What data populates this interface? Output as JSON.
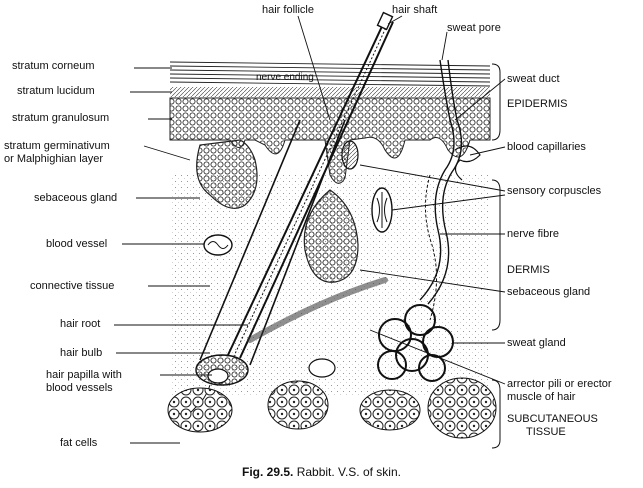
{
  "labels": {
    "left": {
      "stratum_corneum": "stratum corneum",
      "stratum_lucidum": "stratum lucidum",
      "stratum_granulosum": "stratum granulosum",
      "stratum_germinativum": "stratum germinativum",
      "malphighian_layer": "or Malphighian layer",
      "sebaceous_gland": "sebaceous gland",
      "blood_vessel": "blood vessel",
      "connective_tissue": "connective tissue",
      "hair_root": "hair root",
      "hair_bulb": "hair bulb",
      "hair_papilla": "hair papilla with",
      "blood_vessels": "blood vessels",
      "fat_cells": "fat cells"
    },
    "top": {
      "hair_follicle": "hair follicle",
      "hair_shaft": "hair shaft",
      "sweat_pore": "sweat pore",
      "nerve_ending": "nerve ending"
    },
    "right": {
      "sweat_duct": "sweat duct",
      "epidermis": "EPIDERMIS",
      "blood_capillaries": "blood capillaries",
      "sensory_corpuscles": "sensory corpuscles",
      "nerve_fibre": "nerve fibre",
      "dermis": "DERMIS",
      "sebaceous_gland": "sebaceous gland",
      "sweat_gland": "sweat gland",
      "arrector_pili": "arrector pili or erector",
      "muscle_of_hair": "muscle of hair",
      "subcutaneous": "SUBCUTANEOUS",
      "tissue": "TISSUE"
    }
  },
  "caption": {
    "fig_number": "Fig. 29.5.",
    "text": "Rabbit. V.S. of skin."
  }
}
